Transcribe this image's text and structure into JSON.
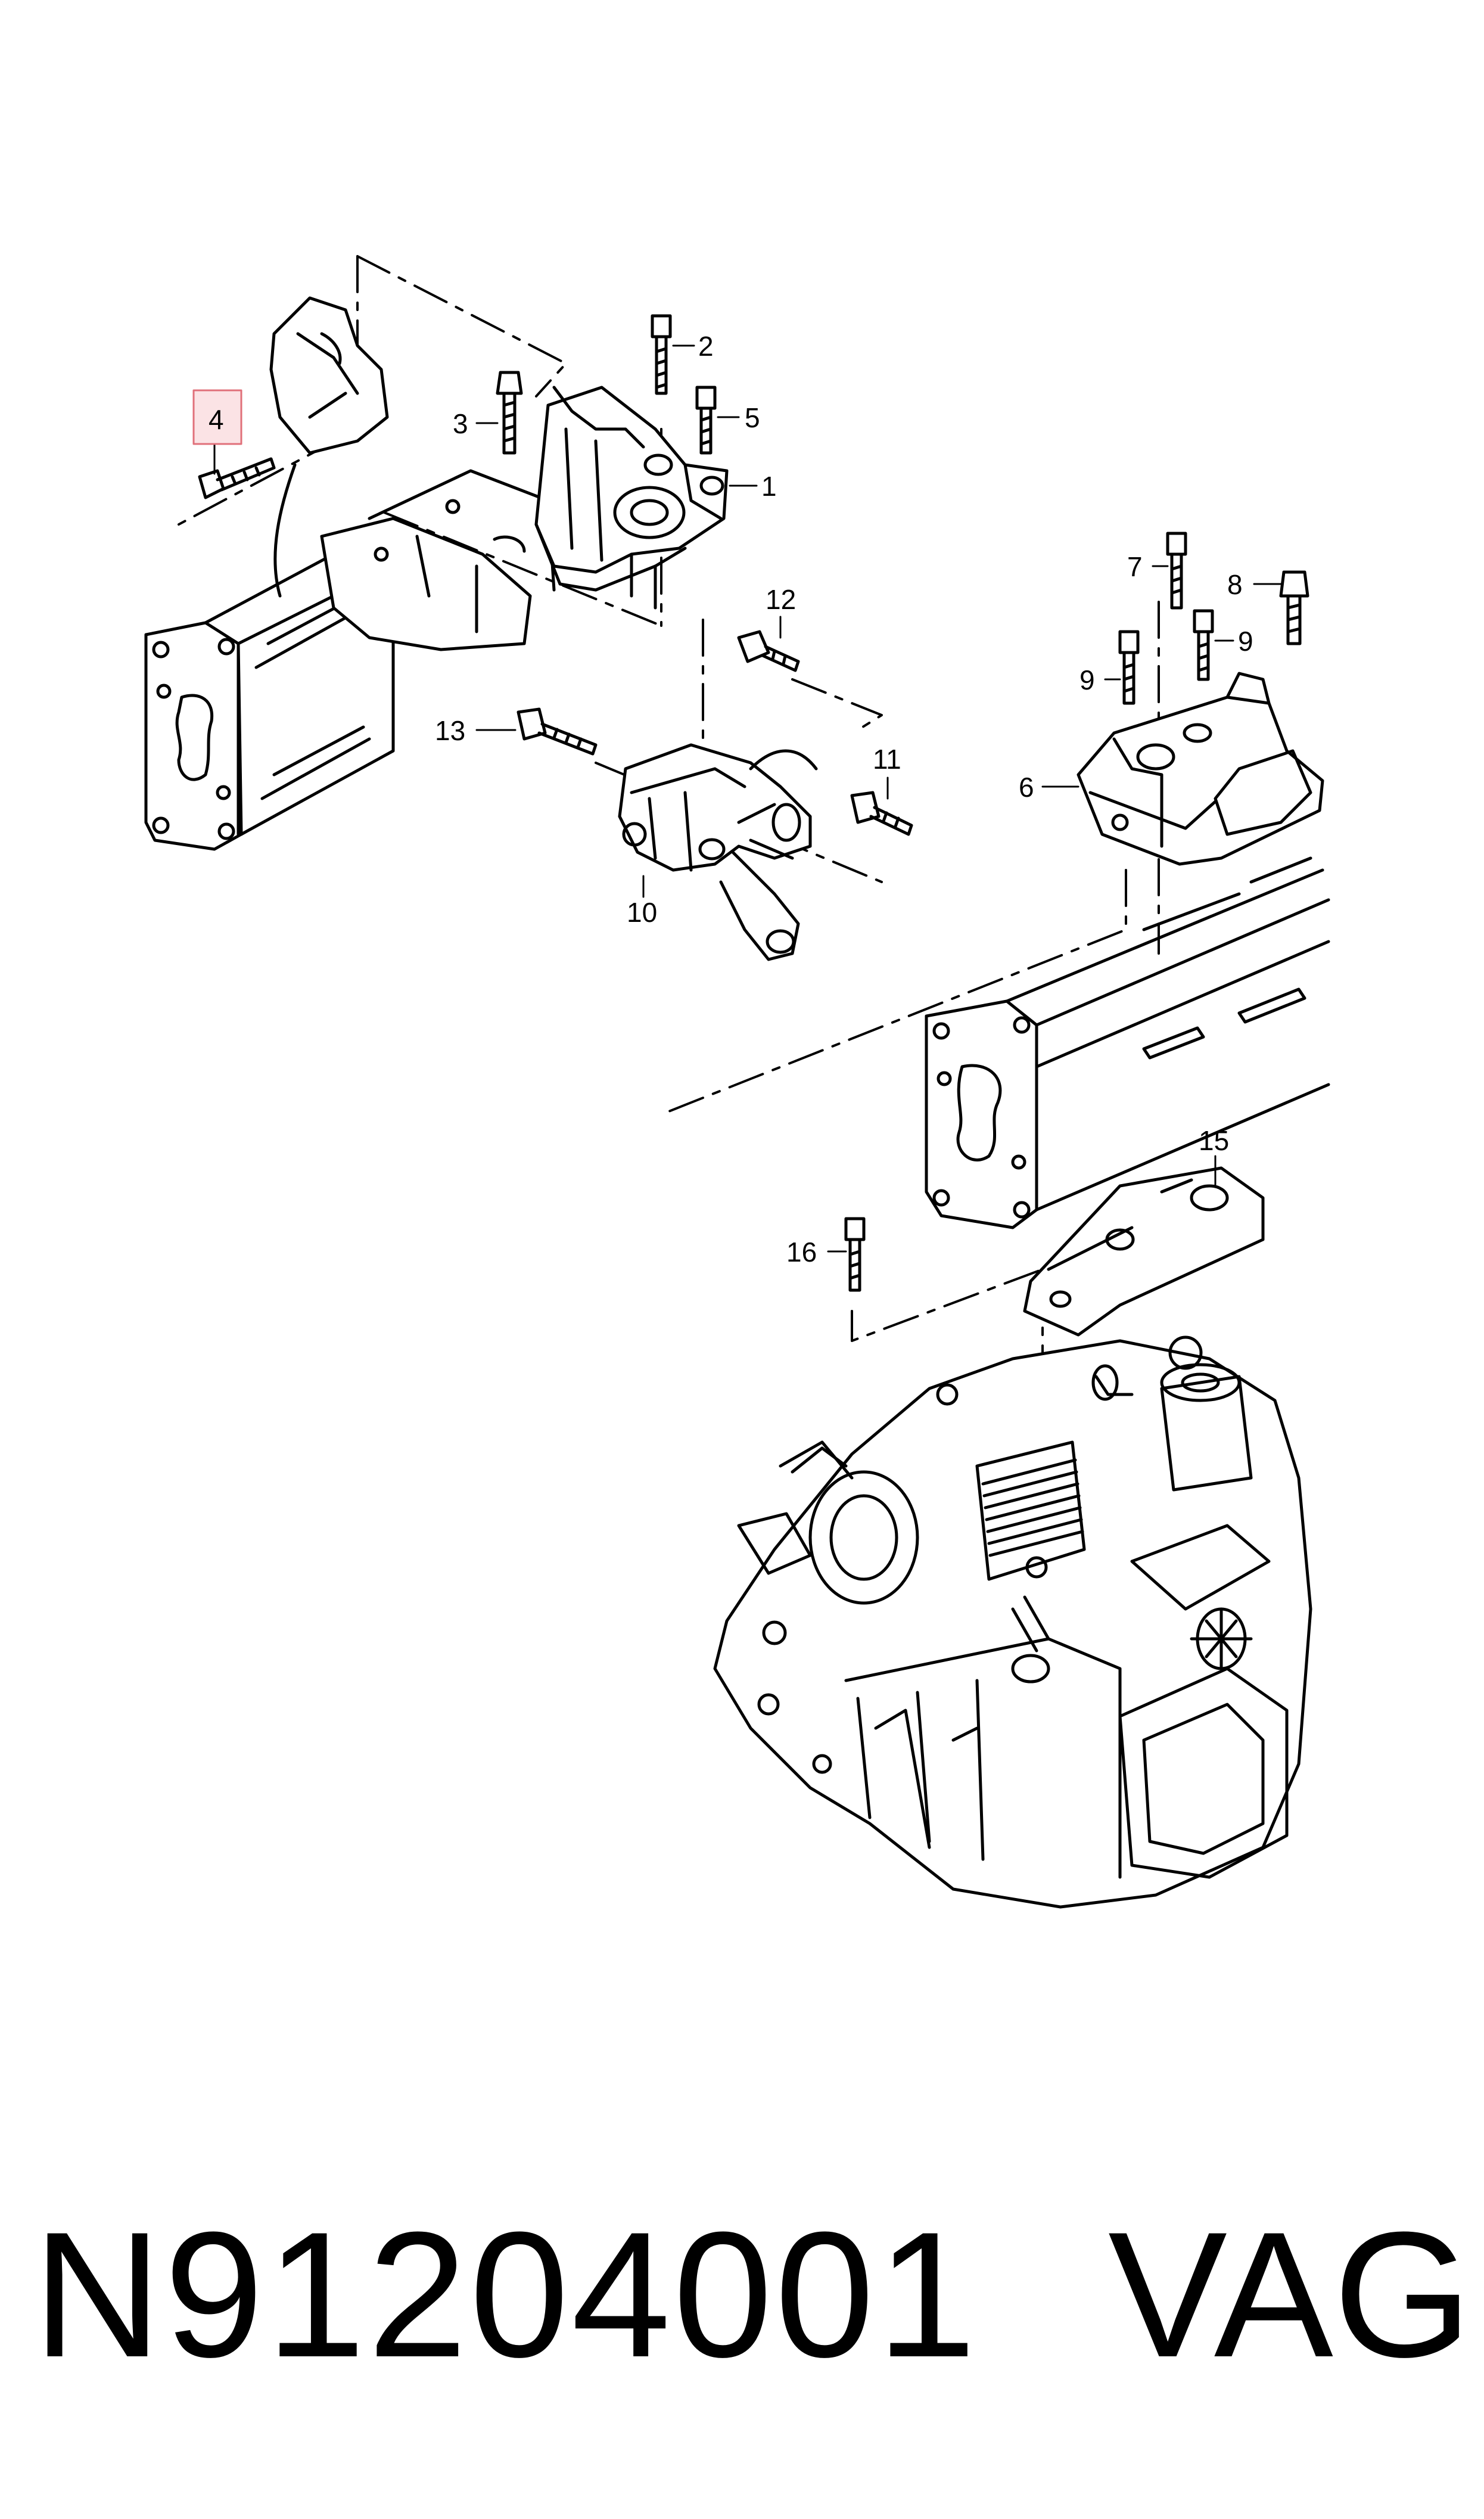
{
  "callouts": {
    "c1": "1",
    "c2": "2",
    "c3": "3",
    "c4": "4",
    "c5": "5",
    "c6": "6",
    "c7": "7",
    "c8": "8",
    "c9a": "9",
    "c9b": "9",
    "c10": "10",
    "c11": "11",
    "c12": "12",
    "c13": "13",
    "c15": "15",
    "c16": "16"
  },
  "highlighted_callout": "4",
  "highlight_color": "#e0707a",
  "footer": {
    "part_number": "N91204001",
    "brand": "VAG"
  }
}
